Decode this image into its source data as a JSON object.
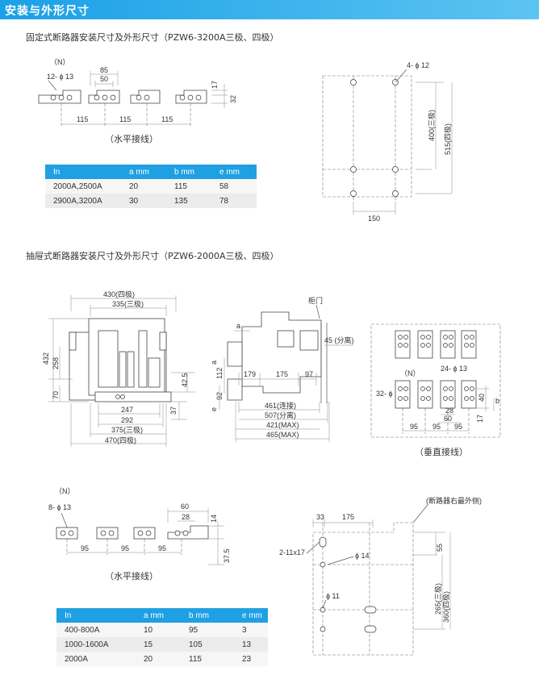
{
  "header": {
    "title": "安装与外形尺寸"
  },
  "sections": {
    "fixed_title": "固定式断路器安装尺寸及外形尺寸（PZW6-3200A三极、四极）",
    "draw_title": "抽屉式断路器安装尺寸及外形尺寸（PZW6-2000A三极、四极）"
  },
  "fixed": {
    "n_label": "（N）",
    "holes": "12- ϕ 13",
    "d85": "85",
    "d50": "50",
    "d17": "17",
    "d32": "32",
    "d115a": "115",
    "d115b": "115",
    "d115c": "115",
    "caption": "（水平接线）",
    "mount": {
      "holes": "4- ϕ 12",
      "d400": "400(三极)",
      "d515": "515(四极)",
      "d150": "150"
    }
  },
  "table1": {
    "headers": [
      "In",
      "a mm",
      "b mm",
      "e mm"
    ],
    "rows": [
      [
        "2000A,2500A",
        "20",
        "115",
        "58"
      ],
      [
        "2900A,3200A",
        "30",
        "135",
        "78"
      ]
    ]
  },
  "draw": {
    "front": {
      "d430": "430(四极)",
      "d335": "335(三极)",
      "d432": "432",
      "d258": "258",
      "d70": "70",
      "d425": "42.5",
      "d37": "37",
      "d247": "247",
      "d292": "292",
      "d375": "375(三极)",
      "d470": "470(四极)"
    },
    "side": {
      "door": "柜门",
      "a": "a",
      "d45": "45 (分离)",
      "d112": "112",
      "a2": "a",
      "e": "e",
      "d92": "92",
      "d179": "179",
      "d175": "175",
      "d97": "97",
      "d461": "461(连接)",
      "d507": "507(分离)",
      "d421": "421(MAX)",
      "d465": "465(MAX)"
    },
    "rear": {
      "n_label": "（N）",
      "holes24": "24- ϕ 13",
      "holes32": "32- ϕ 13",
      "d40": "40",
      "b": "b",
      "d28": "28",
      "d60": "60",
      "d17": "17",
      "d95a": "95",
      "d95b": "95",
      "d95c": "95",
      "caption": "（垂直接线）"
    }
  },
  "horiz2": {
    "n_label": "（N）",
    "holes": "8- ϕ 13",
    "d60": "60",
    "d28": "28",
    "d14": "14",
    "d375": "37.5",
    "d95a": "95",
    "d95b": "95",
    "d95c": "95",
    "caption": "（水平接线）"
  },
  "mount2": {
    "outer": "(断路器右最外侧)",
    "d33": "33",
    "d175": "175",
    "d55": "55",
    "slot": "2-11x17",
    "d14": "ϕ 14",
    "d11": "ϕ 11",
    "d265": "265(三极)",
    "d360": "360(四极)"
  },
  "table2": {
    "headers": [
      "In",
      "a mm",
      "b mm",
      "e mm"
    ],
    "rows": [
      [
        "400-800A",
        "10",
        "95",
        "3"
      ],
      [
        "1000-1600A",
        "15",
        "105",
        "13"
      ],
      [
        "2000A",
        "20",
        "115",
        "23"
      ]
    ]
  }
}
